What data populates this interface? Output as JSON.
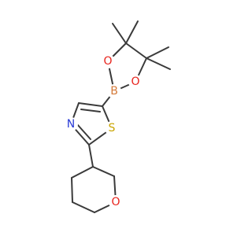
{
  "molecule": {
    "atom_labels": {
      "boron": "B",
      "oxygen_upper": "O",
      "oxygen_lower": "O",
      "sulfur": "S",
      "nitrogen": "N",
      "oxygen_ring": "O"
    },
    "colors": {
      "bond": "#3a3a3a",
      "boron": "#d47a3a",
      "oxygen": "#e8221b",
      "sulfur": "#c9a400",
      "nitrogen": "#2a3bd6"
    }
  }
}
